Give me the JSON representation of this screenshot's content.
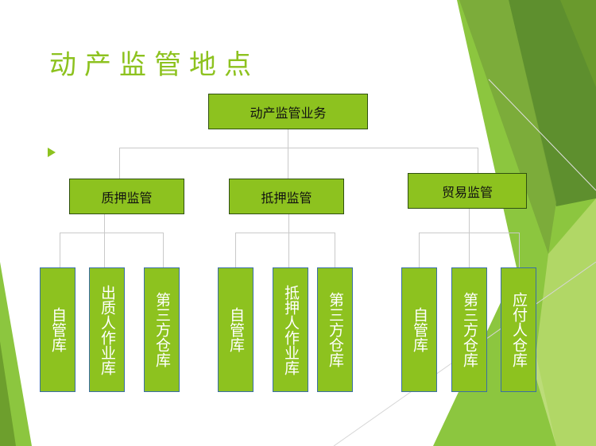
{
  "slide": {
    "title": "动产监管地点",
    "root": "动产监管业务",
    "branches": [
      "质押监管",
      "抵押监管",
      "贸易监管"
    ],
    "leaves": [
      [
        "自管库",
        "出质人作业库",
        "第三方仓库"
      ],
      [
        "自管库",
        "抵押人作业库",
        "第三方仓库"
      ],
      [
        "自管库",
        "第三方仓库",
        "应付人仓库"
      ]
    ]
  },
  "colors": {
    "accent": "#8dc21f",
    "box_border": "#2f5010",
    "leaf_border": "#3a6ea5",
    "connector": "#c9c9c9"
  }
}
